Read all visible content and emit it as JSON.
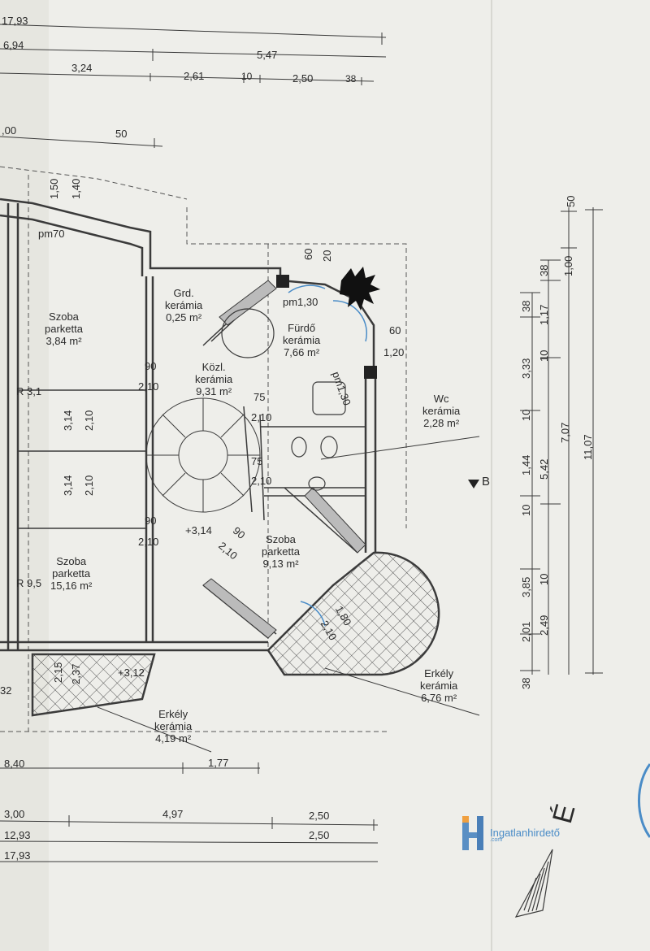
{
  "top_dims": {
    "row1": "17,93",
    "row2": "6,94",
    "row3a": "3,24",
    "row3b": "5,47",
    "row4a": "2,61",
    "row4b": "10",
    "row4c": "2,50",
    "row4d": "38",
    "row5a": ",00",
    "row5b": "50"
  },
  "rooms": {
    "szoba1": {
      "name": "Szoba",
      "floor": "parketta",
      "area": "3,84 m²"
    },
    "grd": {
      "name": "Grd.",
      "floor": "kerámia",
      "area": "0,25 m²"
    },
    "furdo": {
      "name": "Fürdő",
      "floor": "kerámia",
      "area": "7,66 m²"
    },
    "kozl": {
      "name": "Közl.",
      "floor": "kerámia",
      "area": "9,31 m²"
    },
    "wc": {
      "name": "Wc",
      "floor": "kerámia",
      "area": "2,28 m²"
    },
    "szoba2": {
      "name": "Szoba",
      "floor": "parketta",
      "area": "15,16 m²"
    },
    "szoba3": {
      "name": "Szoba",
      "floor": "parketta",
      "area": "9,13 m²"
    },
    "erkely1": {
      "name": "Erkély",
      "floor": "kerámia",
      "area": "6,76 m²"
    },
    "erkely2": {
      "name": "Erkély",
      "floor": "kerámia",
      "area": "4,19 m²"
    }
  },
  "plan_labels": {
    "pm70": "pm70",
    "pm130a": "pm1,30",
    "pm130b": "pm1,30",
    "l150": "1,50",
    "l140": "1,40",
    "l60a": "60",
    "l20": "20",
    "l60b": "60",
    "l120": "1,20",
    "l90a": "90",
    "l210a": "2,10",
    "l90b": "90",
    "l210b": "2,10",
    "l210c": "2,10",
    "l75a": "75",
    "l75b": "75",
    "l210d": "2,10",
    "l314a": "3,14",
    "l210e": "2,10",
    "l314b": "3,14",
    "l210f": "2,10",
    "plus314": "+3,14",
    "l90c": "90",
    "l210g": "2,10",
    "l180": "1,80",
    "l210h": "2,10",
    "r": "R 9,5",
    "r2": "R 3,1",
    "l215": "2,15",
    "l237": "2,37",
    "plus312": "+3,12",
    "sectionB": "B",
    "l32": "32"
  },
  "right_dims": {
    "c1": [
      "38",
      "3,33",
      "10",
      "1,44",
      "10",
      "3,85",
      "2,01",
      "38"
    ],
    "c2": [
      "1,17",
      "10",
      "5,42",
      "10",
      "2,49"
    ],
    "c3": [
      "38",
      "1,00",
      "7,07"
    ],
    "c4": [
      "50",
      "11,07"
    ]
  },
  "bottom_dims": {
    "b1a": "8,40",
    "b1b": "1,77",
    "b2a": "3,00",
    "b2b": "4,97",
    "b2c": "2,50",
    "b3a": "12,93",
    "b3b": "2,50",
    "b4": "17,93"
  },
  "watermark": {
    "text": "Ingatlanhirdető",
    "sub": ".com"
  },
  "colors": {
    "line": "#3a3a3a",
    "accent": "#4a8cc7",
    "paper": "#eeeeea"
  }
}
